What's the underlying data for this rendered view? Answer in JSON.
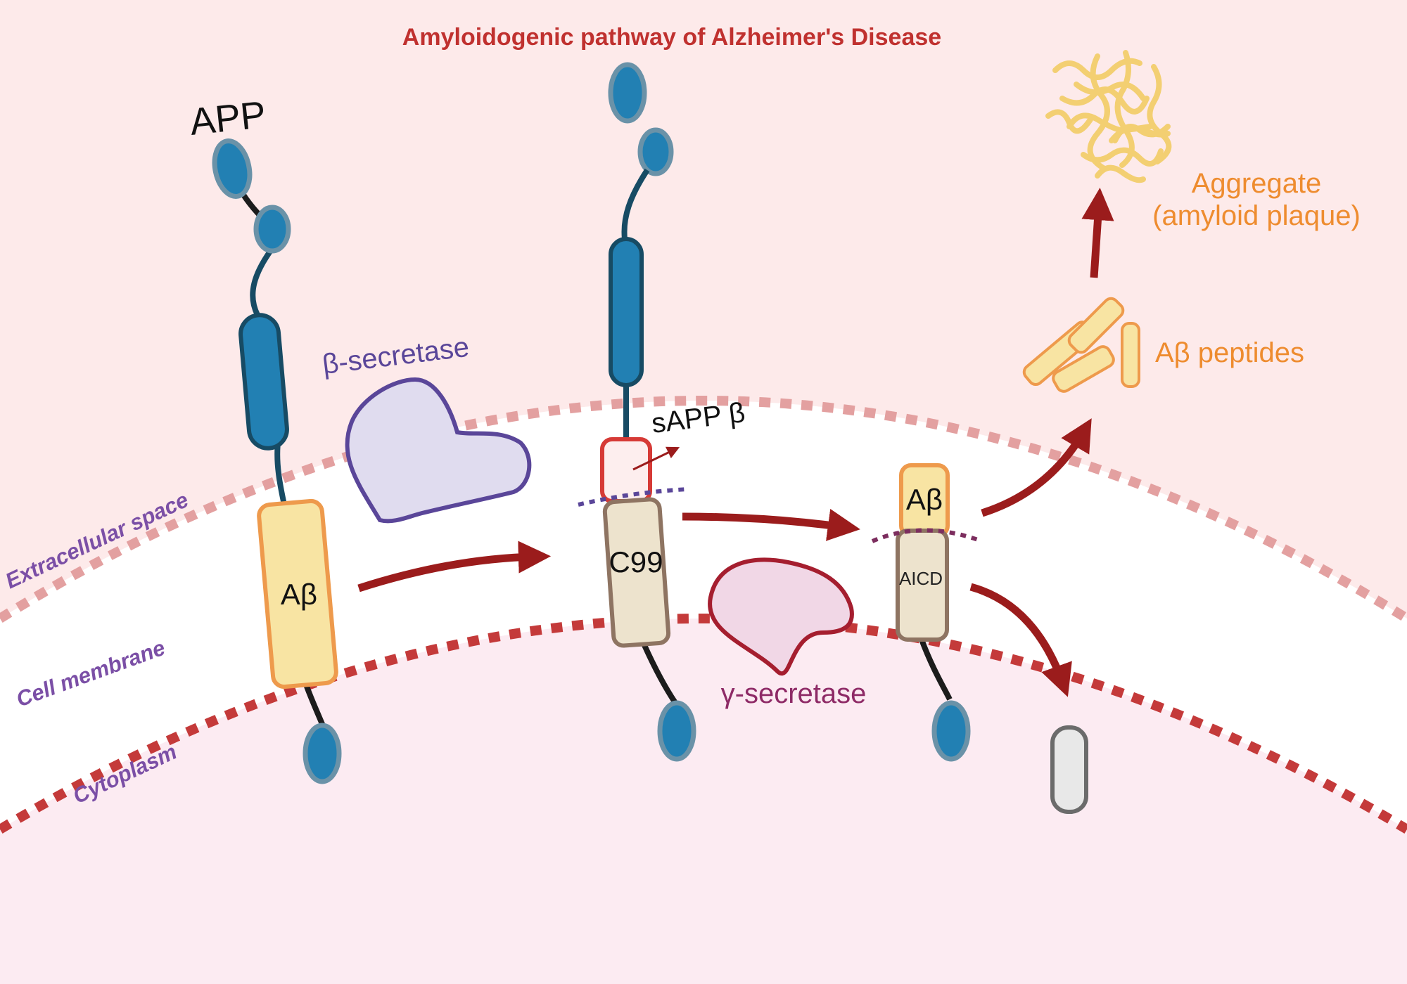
{
  "diagram": {
    "title": "Amyloidogenic pathway of Alzheimer's Disease",
    "labels": {
      "app": "APP",
      "beta_secretase": "β-secretase",
      "sapp_beta": "sAPP β",
      "gamma_secretase": "γ-secretase",
      "ab_peptides": "Aβ peptides",
      "aggregate_line1": "Aggregate",
      "aggregate_line2": "(amyloid plaque)"
    },
    "regions": {
      "extracellular": "Extracellular space",
      "membrane": "Cell membrane",
      "cytoplasm": "Cytoplasm"
    },
    "segments": {
      "abeta_full": "Aβ",
      "c99": "C99",
      "abeta_cleaved": "Aβ",
      "aicd": "AICD"
    },
    "colors": {
      "extracellular_bg": "#fdeaea",
      "cytoplasm_bg": "#fcebf2",
      "membrane_bg": "#ffffff",
      "outer_membrane_dash": "#e3a0a0",
      "inner_membrane_dash": "#c43a3a",
      "arrow": "#9b1c1c",
      "title": "#c0312f",
      "region_label": "#7b4fa6",
      "orange_label": "#ee8c2f",
      "gamma_label": "#8e2a66",
      "beta_label": "#5a4699",
      "protein_blue": "#2280b3",
      "protein_outline": "#6a92a8",
      "abeta_fill": "#f8e4a3",
      "abeta_outline": "#ee9a4c",
      "c99_fill": "#ede3cd",
      "c99_outline": "#8e7462",
      "plaque": "#f3cf72"
    }
  }
}
